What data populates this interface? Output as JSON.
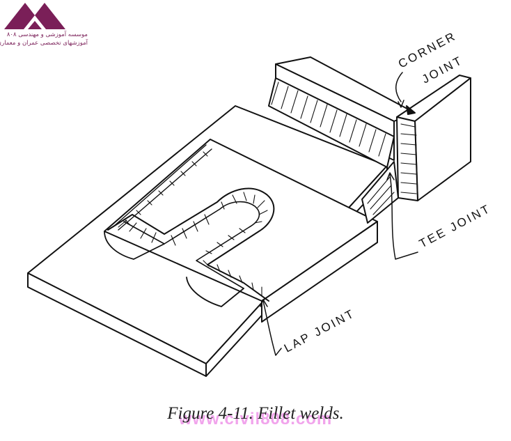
{
  "logo": {
    "line1": "موسسه آموزشی و مهندسی ۸۰۸",
    "line2": "آموزشهای تخصصی عمران و معماری",
    "color": "#7a1f58"
  },
  "labels": {
    "corner_line1": "CORNER",
    "corner_line2": "JOINT",
    "tee": "TEE JOINT",
    "lap": "LAP JOINT"
  },
  "caption": "Figure 4-11. Fillet welds.",
  "watermark": "www.civil808.com"
}
